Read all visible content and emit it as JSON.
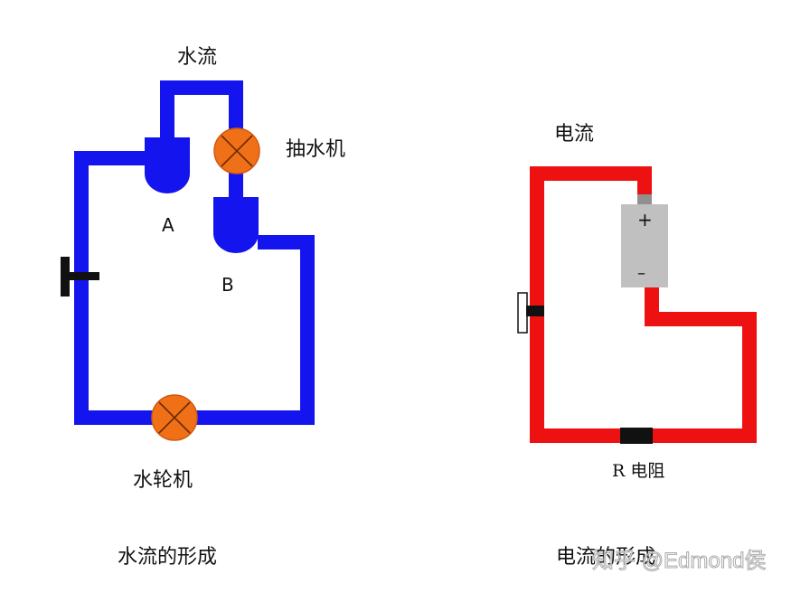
{
  "water_diagram": {
    "label_flow": "水流",
    "label_pump": "抽水机",
    "label_a": "A",
    "label_b": "B",
    "label_turbine": "水轮机",
    "caption": "水流的形成",
    "color_pipe": "#1414ee",
    "color_machine": "#f07018"
  },
  "electric_diagram": {
    "label_current": "电流",
    "label_plus": "+",
    "label_minus": "–",
    "label_resistor": "R 电阻",
    "caption": "电流的形成",
    "color_wire": "#ee1111",
    "color_battery": "#c0c0c0"
  },
  "watermark": "知乎 @Edmond侯"
}
